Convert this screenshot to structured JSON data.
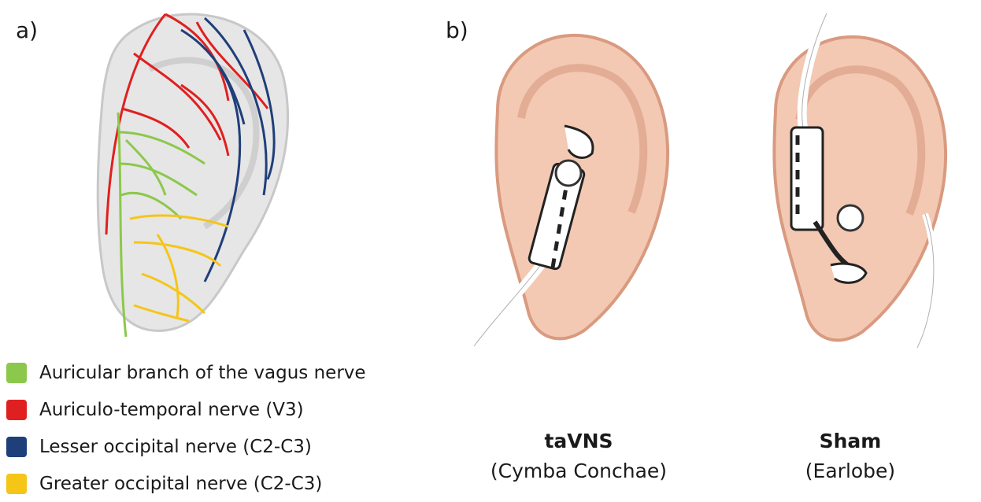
{
  "panels": {
    "a": "a)",
    "b": "b)"
  },
  "legend": [
    {
      "label": "Auricular branch of the vagus nerve",
      "color": "#8cc84b",
      "icon": "green-swatch"
    },
    {
      "label": "Auriculo-temporal nerve (V3)",
      "color": "#e02020",
      "icon": "red-swatch"
    },
    {
      "label": "Lesser occipital nerve (C2-C3)",
      "color": "#1f3f7a",
      "icon": "blue-swatch"
    },
    {
      "label": "Greater occipital nerve (C2-C3)",
      "color": "#f5c518",
      "icon": "yellow-swatch"
    }
  ],
  "captions": {
    "tavns": {
      "title": "taVNS",
      "subtitle": "(Cymba Conchae)"
    },
    "sham": {
      "title": "Sham",
      "subtitle": "(Earlobe)"
    }
  },
  "colors": {
    "skin": "#f3c9b3",
    "skin_shadow": "#d99a80",
    "electrode": "#ffffff"
  }
}
